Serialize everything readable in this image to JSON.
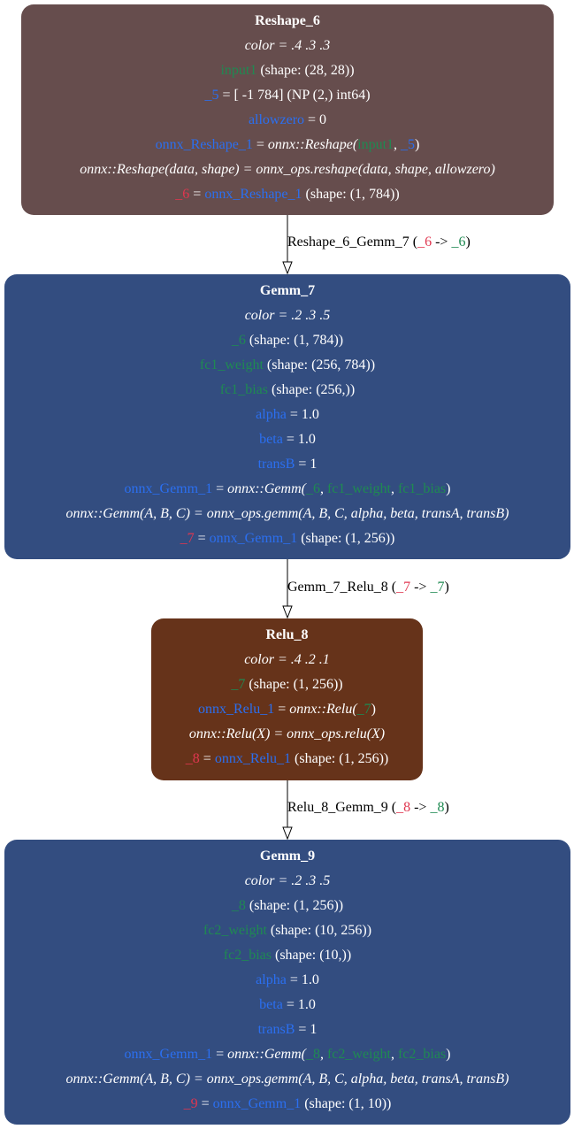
{
  "nodes": [
    {
      "title": "Reshape_6",
      "color_text": "color = .4 .3 .3",
      "lines": [
        {
          "parts": [
            {
              "t": "input1",
              "c": "g"
            },
            {
              "t": " (shape: (28, 28))",
              "c": ""
            }
          ]
        },
        {
          "parts": [
            {
              "t": "_5",
              "c": "b"
            },
            {
              "t": " = [ -1 784] (NP (2,) int64)",
              "c": ""
            }
          ]
        },
        {
          "parts": [
            {
              "t": "allowzero",
              "c": "b"
            },
            {
              "t": " = 0",
              "c": ""
            }
          ]
        },
        {
          "parts": [
            {
              "t": "onnx_Reshape_1",
              "c": "b"
            },
            {
              "t": " = ",
              "c": ""
            },
            {
              "t": "onnx::Reshape(",
              "c": "i"
            },
            {
              "t": "input1",
              "c": "g"
            },
            {
              "t": ", ",
              "c": ""
            },
            {
              "t": "_5",
              "c": "b"
            },
            {
              "t": ")",
              "c": ""
            }
          ]
        },
        {
          "parts": [
            {
              "t": "onnx::Reshape(data, shape) = onnx_ops.reshape(data, shape, allowzero)",
              "c": "i"
            }
          ]
        },
        {
          "parts": [
            {
              "t": "_6",
              "c": "r"
            },
            {
              "t": " = ",
              "c": ""
            },
            {
              "t": "onnx_Reshape_1",
              "c": "b"
            },
            {
              "t": " (shape: (1, 784))",
              "c": ""
            }
          ]
        }
      ]
    },
    {
      "title": "Gemm_7",
      "color_text": "color = .2 .3 .5",
      "lines": [
        {
          "parts": [
            {
              "t": "_6",
              "c": "g"
            },
            {
              "t": " (shape: (1, 784))",
              "c": ""
            }
          ]
        },
        {
          "parts": [
            {
              "t": "fc1_weight",
              "c": "g"
            },
            {
              "t": " (shape: (256, 784))",
              "c": ""
            }
          ]
        },
        {
          "parts": [
            {
              "t": "fc1_bias",
              "c": "g"
            },
            {
              "t": " (shape: (256,))",
              "c": ""
            }
          ]
        },
        {
          "parts": [
            {
              "t": "alpha",
              "c": "b"
            },
            {
              "t": " = 1.0",
              "c": ""
            }
          ]
        },
        {
          "parts": [
            {
              "t": "beta",
              "c": "b"
            },
            {
              "t": " = 1.0",
              "c": ""
            }
          ]
        },
        {
          "parts": [
            {
              "t": "transB",
              "c": "b"
            },
            {
              "t": " = 1",
              "c": ""
            }
          ]
        },
        {
          "parts": [
            {
              "t": "onnx_Gemm_1",
              "c": "b"
            },
            {
              "t": " = ",
              "c": ""
            },
            {
              "t": "onnx::Gemm(",
              "c": "i"
            },
            {
              "t": "_6",
              "c": "g"
            },
            {
              "t": ", ",
              "c": ""
            },
            {
              "t": "fc1_weight",
              "c": "g"
            },
            {
              "t": ", ",
              "c": ""
            },
            {
              "t": "fc1_bias",
              "c": "g"
            },
            {
              "t": ")",
              "c": ""
            }
          ]
        },
        {
          "parts": [
            {
              "t": "onnx::Gemm(A, B, C) = onnx_ops.gemm(A, B, C, alpha, beta, transA, transB)",
              "c": "i"
            }
          ]
        },
        {
          "parts": [
            {
              "t": "_7",
              "c": "r"
            },
            {
              "t": " = ",
              "c": ""
            },
            {
              "t": "onnx_Gemm_1",
              "c": "b"
            },
            {
              "t": " (shape: (1, 256))",
              "c": ""
            }
          ]
        }
      ]
    },
    {
      "title": "Relu_8",
      "color_text": "color = .4 .2 .1",
      "lines": [
        {
          "parts": [
            {
              "t": "_7",
              "c": "g"
            },
            {
              "t": " (shape: (1, 256))",
              "c": ""
            }
          ]
        },
        {
          "parts": [
            {
              "t": "onnx_Relu_1",
              "c": "b"
            },
            {
              "t": " = ",
              "c": ""
            },
            {
              "t": "onnx::Relu(",
              "c": "i"
            },
            {
              "t": "_7",
              "c": "g"
            },
            {
              "t": ")",
              "c": ""
            }
          ]
        },
        {
          "parts": [
            {
              "t": "onnx::Relu(X) = onnx_ops.relu(X)",
              "c": "i"
            }
          ]
        },
        {
          "parts": [
            {
              "t": "_8",
              "c": "r"
            },
            {
              "t": " = ",
              "c": ""
            },
            {
              "t": "onnx_Relu_1",
              "c": "b"
            },
            {
              "t": " (shape: (1, 256))",
              "c": ""
            }
          ]
        }
      ]
    },
    {
      "title": "Gemm_9",
      "color_text": "color = .2 .3 .5",
      "lines": [
        {
          "parts": [
            {
              "t": "_8",
              "c": "g"
            },
            {
              "t": " (shape: (1, 256))",
              "c": ""
            }
          ]
        },
        {
          "parts": [
            {
              "t": "fc2_weight",
              "c": "g"
            },
            {
              "t": " (shape: (10, 256))",
              "c": ""
            }
          ]
        },
        {
          "parts": [
            {
              "t": "fc2_bias",
              "c": "g"
            },
            {
              "t": " (shape: (10,))",
              "c": ""
            }
          ]
        },
        {
          "parts": [
            {
              "t": "alpha",
              "c": "b"
            },
            {
              "t": " = 1.0",
              "c": ""
            }
          ]
        },
        {
          "parts": [
            {
              "t": "beta",
              "c": "b"
            },
            {
              "t": " = 1.0",
              "c": ""
            }
          ]
        },
        {
          "parts": [
            {
              "t": "transB",
              "c": "b"
            },
            {
              "t": " = 1",
              "c": ""
            }
          ]
        },
        {
          "parts": [
            {
              "t": "onnx_Gemm_1",
              "c": "b"
            },
            {
              "t": " = ",
              "c": ""
            },
            {
              "t": "onnx::Gemm(",
              "c": "i"
            },
            {
              "t": "_8",
              "c": "g"
            },
            {
              "t": ", ",
              "c": ""
            },
            {
              "t": "fc2_weight",
              "c": "g"
            },
            {
              "t": ", ",
              "c": ""
            },
            {
              "t": "fc2_bias",
              "c": "g"
            },
            {
              "t": ")",
              "c": ""
            }
          ]
        },
        {
          "parts": [
            {
              "t": "onnx::Gemm(A, B, C) = onnx_ops.gemm(A, B, C, alpha, beta, transA, transB)",
              "c": "i"
            }
          ]
        },
        {
          "parts": [
            {
              "t": "_9",
              "c": "r"
            },
            {
              "t": " = ",
              "c": ""
            },
            {
              "t": "onnx_Gemm_1",
              "c": "b"
            },
            {
              "t": " (shape: (1, 10))",
              "c": ""
            }
          ]
        }
      ]
    }
  ],
  "edges": [
    {
      "name": "Reshape_6_Gemm_7",
      "src_var": "_6",
      "dst_var": "_6"
    },
    {
      "name": "Gemm_7_Relu_8",
      "src_var": "_7",
      "dst_var": "_7"
    },
    {
      "name": "Relu_8_Gemm_9",
      "src_var": "_8",
      "dst_var": "_8"
    }
  ],
  "colors": {
    "node_reshape": "#664d4d",
    "node_gemm": "#334d80",
    "node_relu": "#66331a",
    "input_var": "#1f8a52",
    "param_var": "#2b6ff0",
    "output_var": "#e0364f"
  }
}
